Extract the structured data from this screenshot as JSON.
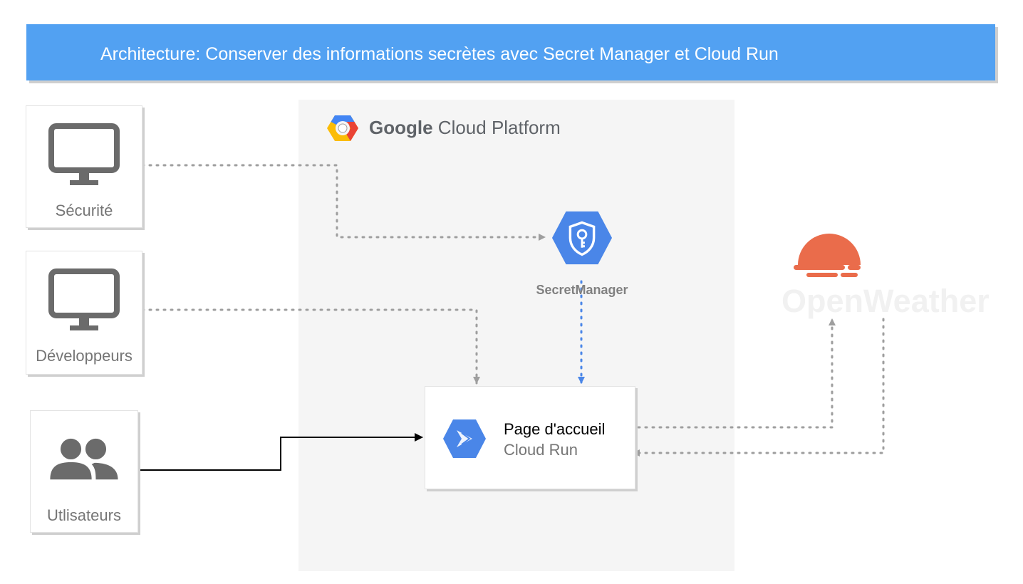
{
  "banner": {
    "title": "Architecture: Conserver des informations secrètes avec Secret Manager et Cloud Run"
  },
  "gcp": {
    "title_bold": "Google",
    "title_rest": " Cloud Platform"
  },
  "nodes": {
    "security": {
      "label": "Sécurité",
      "icon": "monitor-icon"
    },
    "developers": {
      "label": "Développeurs",
      "icon": "monitor-icon"
    },
    "users": {
      "label": "Utlisateurs",
      "icon": "users-icon"
    },
    "secret_manager": {
      "label": "SecretManager",
      "icon": "secret-manager-icon"
    },
    "cloud_run": {
      "title": "Page d'accueil",
      "subtitle": "Cloud Run",
      "icon": "cloud-run-icon"
    },
    "openweather": {
      "label": "OpenWeather",
      "icon": "openweather-sun-icon"
    }
  },
  "colors": {
    "banner": "#52a1f2",
    "gcp_hex": "#4a86e8",
    "dotted_gray": "#9e9e9e",
    "dotted_blue": "#4a86e8",
    "openweather": "#ea6c4b",
    "solid": "#000000"
  }
}
